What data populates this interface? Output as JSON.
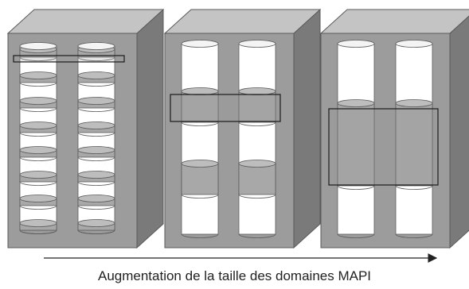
{
  "caption": "Augmentation de la taille des domaines MAPI",
  "colors": {
    "block_face": "#9c9c9c",
    "block_side": "#7a7a7a",
    "block_top": "#c4c4c4",
    "cylinder_white": "#ffffff",
    "cylinder_gray": "#a8a8a8",
    "outline": "#5a5a5a",
    "frame": "#1a1a1a"
  },
  "panels": [
    {
      "name": "panel-small-domains",
      "columns": 2,
      "band_count": 9
    },
    {
      "name": "panel-medium-domains",
      "columns": 2,
      "band_count": 2
    },
    {
      "name": "panel-large-domains",
      "columns": 2,
      "band_count": 1
    }
  ]
}
